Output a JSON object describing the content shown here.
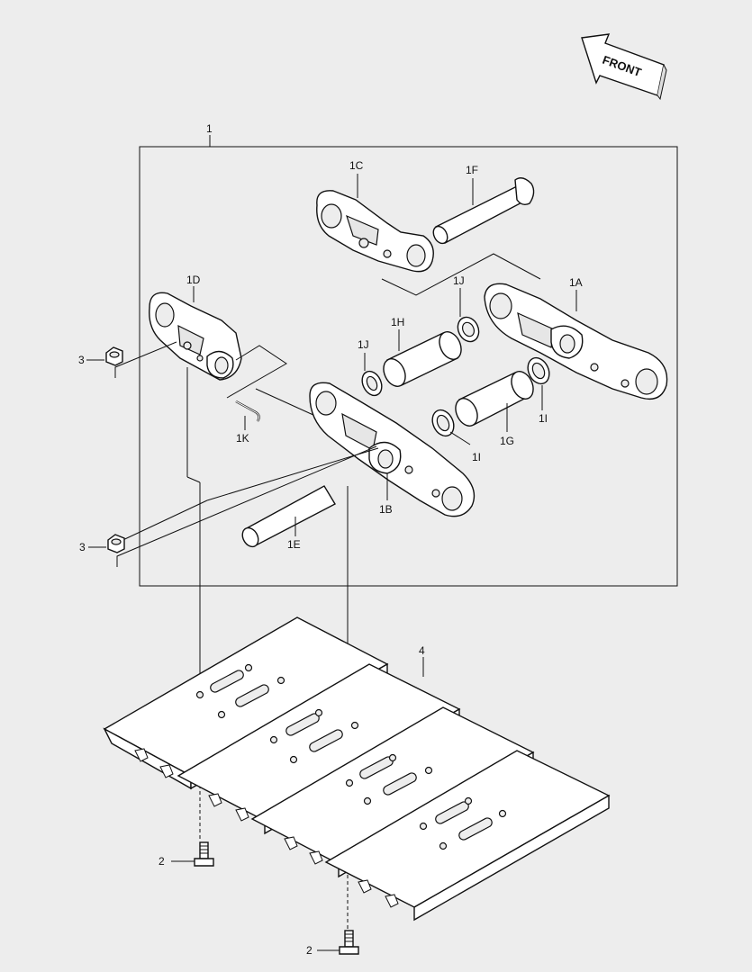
{
  "front_label": "FRONT",
  "labels": {
    "assembly": "1",
    "link_1a": "1A",
    "link_1b": "1B",
    "link_1c": "1C",
    "link_1d": "1D",
    "pin_1e": "1E",
    "pin_1f": "1F",
    "bushing_1g": "1G",
    "bushing_1h": "1H",
    "seal_1i_a": "1I",
    "seal_1i_b": "1I",
    "seal_1j_a": "1J",
    "seal_1j_b": "1J",
    "clip_1k": "1K",
    "bolt_2a": "2",
    "bolt_2b": "2",
    "nut_3a": "3",
    "nut_3b": "3",
    "shoe_4": "4"
  }
}
